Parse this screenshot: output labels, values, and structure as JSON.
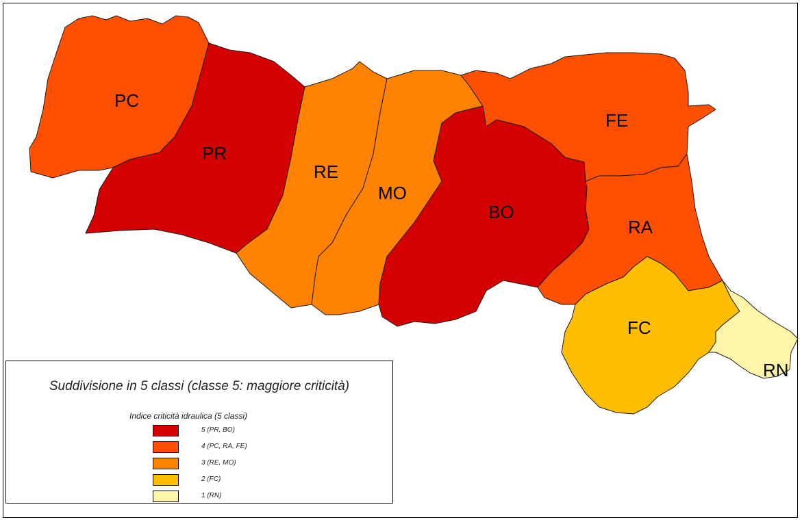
{
  "colors": {
    "class5": "#d40000",
    "class4": "#ff4f00",
    "class3": "#ff8200",
    "class2": "#ffbf00",
    "class1": "#fff5a8"
  },
  "provinces": [
    {
      "code": "PC",
      "class": 4
    },
    {
      "code": "PR",
      "class": 5
    },
    {
      "code": "RE",
      "class": 3
    },
    {
      "code": "MO",
      "class": 3
    },
    {
      "code": "BO",
      "class": 5
    },
    {
      "code": "FE",
      "class": 4
    },
    {
      "code": "RA",
      "class": 4
    },
    {
      "code": "FC",
      "class": 2
    },
    {
      "code": "RN",
      "class": 1
    }
  ],
  "legend": {
    "title": "Suddivisione in 5 classi (classe 5: maggiore criticità)",
    "subtitle": "Indice criticità idraulica (5 classi)",
    "items": [
      {
        "label": "5 (PR, BO)",
        "class": 5
      },
      {
        "label": "4 (PC, RA, FE)",
        "class": 4
      },
      {
        "label": "3 (RE, MO)",
        "class": 3
      },
      {
        "label": "2 (FC)",
        "class": 2
      },
      {
        "label": "1 (RN)",
        "class": 1
      }
    ]
  }
}
